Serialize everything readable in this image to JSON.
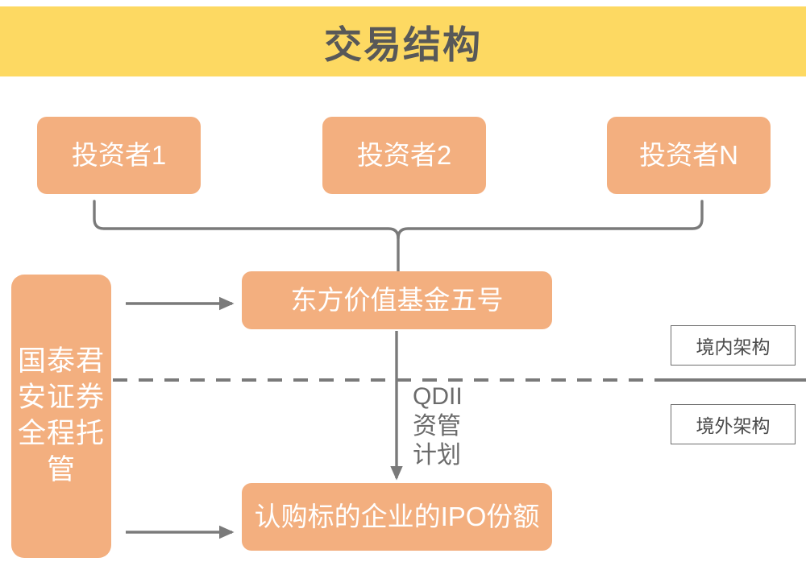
{
  "banner": {
    "title": "交易结构",
    "bg_color": "#fdd962",
    "text_color": "#585858"
  },
  "palette": {
    "box_fill": "#f3af7f",
    "box_text": "#ffffff",
    "line": "#7a7a7a",
    "legend_border": "#6e6e6e",
    "legend_text": "#4a4a4a",
    "label_text": "#6b6b6b",
    "background": "#ffffff"
  },
  "nodes": {
    "investors": [
      {
        "id": "investor-1",
        "label": "投资者1"
      },
      {
        "id": "investor-2",
        "label": "投资者2"
      },
      {
        "id": "investor-3",
        "label": "投资者N"
      }
    ],
    "fund": {
      "id": "fund",
      "label": "东方价值基金五号"
    },
    "ipo": {
      "id": "ipo-shares",
      "label": "认购标的企业的IPO份额"
    },
    "custodian": {
      "id": "custodian",
      "label": "国泰君安证券全程托管"
    }
  },
  "edges": {
    "qdii_label": "QDII\n资管\n计划"
  },
  "legend": {
    "onshore": "境内架构",
    "offshore": "境外架构"
  }
}
